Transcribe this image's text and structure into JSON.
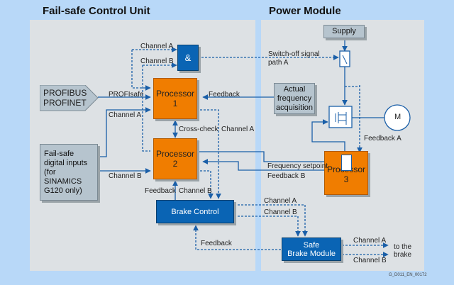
{
  "titles": {
    "left": "Fail-safe Control Unit",
    "right": "Power Module"
  },
  "blocks": {
    "and_gate": "&",
    "processor1": "Processor 1",
    "processor2": "Processor 2",
    "processor3": "Processor 3",
    "brake_control": "Brake Control",
    "safe_brake_module": [
      "Safe",
      "Brake Module"
    ],
    "profibus": [
      "PROFIBUS",
      "PROFINET"
    ],
    "digital_inputs": [
      "Fail-safe",
      "digital inputs",
      "(for",
      "SINAMICS",
      "G120 only)"
    ],
    "supply": "Supply",
    "freq_acq": [
      "Actual",
      "frequency",
      "acquisition"
    ],
    "motor": "M"
  },
  "labels": {
    "and_ch_a": "Channel A",
    "and_ch_b": "Channel B",
    "switch_off": [
      "Switch-off signal",
      "path A"
    ],
    "profisafe": "PROFIsafe",
    "feedback_p1": "Feedback",
    "di_ch_a": "Channel A",
    "di_ch_b": "Channel B",
    "cross_check": "Cross-check",
    "ch_a_vertical": "Channel A",
    "feedback_a": "Feedback A",
    "freq_setpoint": "Frequency setpoint",
    "feedback_b": "Feedback B",
    "p2_feedback": "Feedback",
    "p2_ch_b": "Channel B",
    "bc_ch_a": "Channel A",
    "bc_ch_b": "Channel B",
    "sbm_feedback": "Feedback",
    "out_ch_a": "Channel A",
    "out_ch_b": "Channel B",
    "to_brake": [
      "to the",
      "brake"
    ]
  },
  "footer": "G_D011_EN_00172",
  "colors": {
    "line": "#1a5fa8",
    "orange": "#f07d00",
    "blue": "#0a64b4",
    "gray": "#b6c4ce",
    "panel": "#dde1e4",
    "background": "#b8d8f8"
  }
}
